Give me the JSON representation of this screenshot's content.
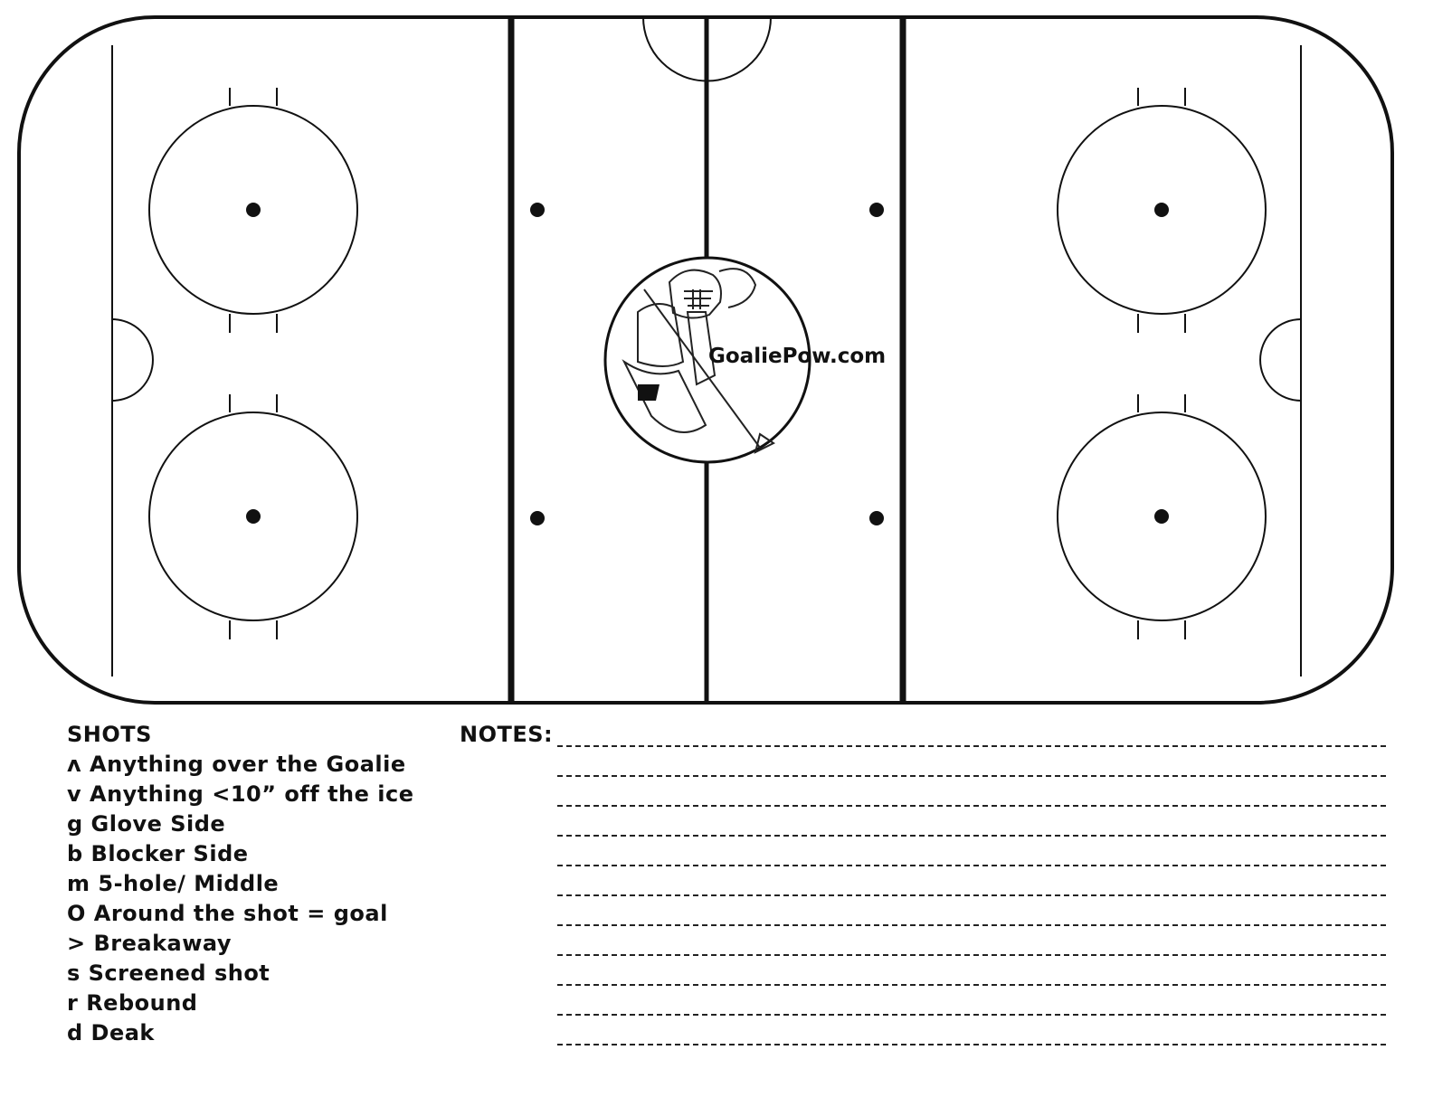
{
  "logo": {
    "text": "GoaliePow.com"
  },
  "shots": {
    "title": "SHOTS",
    "items": [
      "ʌ  Anything over the Goalie",
      "v Anything <10” off the ice",
      "g Glove Side",
      "b Blocker Side",
      "m 5-hole/ Middle",
      "O Around the shot = goal",
      "> Breakaway",
      "s Screened shot",
      "r Rebound",
      "d Deak"
    ]
  },
  "notes": {
    "label": "NOTES:",
    "line_count": 11
  }
}
